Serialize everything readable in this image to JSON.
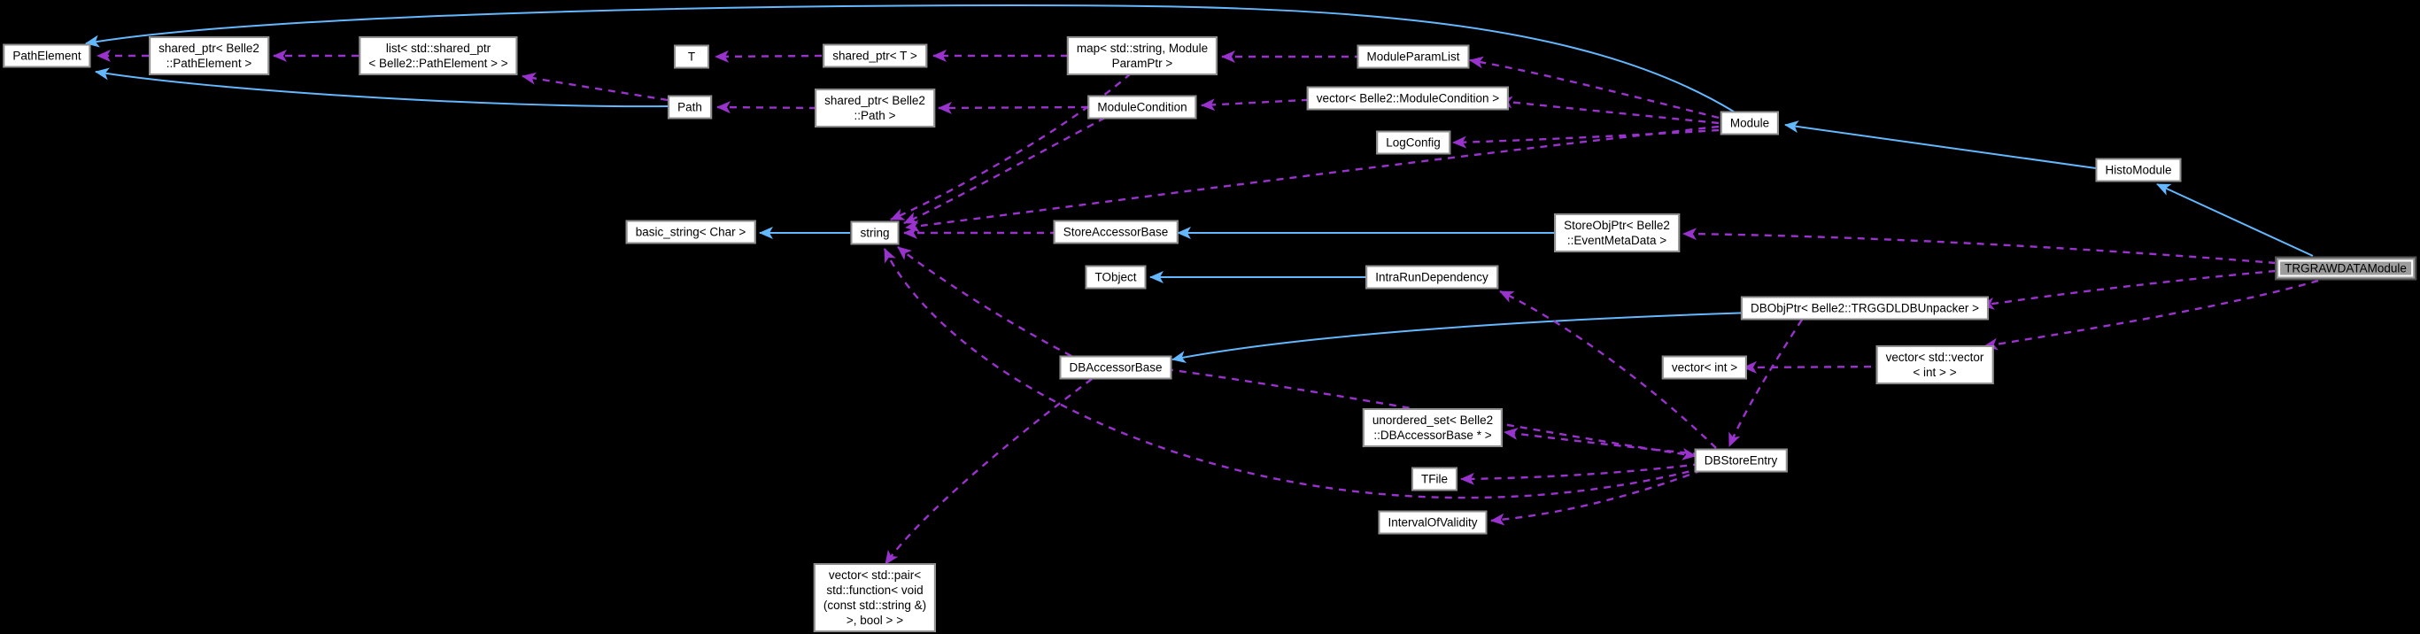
{
  "diagram": {
    "type": "doxygen-collaboration-graph",
    "highlighted_node": "TRGRAWDATAModule",
    "colors": {
      "background": "#000000",
      "inheritance_edge": "#63B8FF",
      "usage_edge": "#9A32CD",
      "node_fill": "#ffffff",
      "node_border": "#8f8f8f",
      "node_text": "#000000",
      "highlight_fill": "#9c9c9c"
    },
    "nodes": {
      "pathelement": {
        "label": "PathElement"
      },
      "sp_pathelement": {
        "label": "shared_ptr< Belle2\n::PathElement >"
      },
      "list_sp_pathelement": {
        "label": "list< std::shared_ptr\n< Belle2::PathElement > >"
      },
      "t": {
        "label": "T"
      },
      "sp_t": {
        "label": "shared_ptr< T >"
      },
      "map_param": {
        "label": "map< std::string, Module\nParamPtr >"
      },
      "moduleparamlist": {
        "label": "ModuleParamList"
      },
      "path": {
        "label": "Path"
      },
      "sp_path": {
        "label": "shared_ptr< Belle2\n::Path >"
      },
      "modulecondition": {
        "label": "ModuleCondition"
      },
      "vector_mc": {
        "label": "vector< Belle2::ModuleCondition >"
      },
      "logconfig": {
        "label": "LogConfig"
      },
      "module": {
        "label": "Module"
      },
      "histomodule": {
        "label": "HistoModule"
      },
      "basic_string": {
        "label": "basic_string< Char >"
      },
      "string": {
        "label": "string"
      },
      "storeaccessorbase": {
        "label": "StoreAccessorBase"
      },
      "storeobjptr": {
        "label": "StoreObjPtr< Belle2\n::EventMetaData >"
      },
      "tobject": {
        "label": "TObject"
      },
      "intrarundependency": {
        "label": "IntraRunDependency"
      },
      "trgrawdatamodule": {
        "label": "TRGRAWDATAModule"
      },
      "dbobjptr": {
        "label": "DBObjPtr< Belle2::TRGGDLDBUnpacker >"
      },
      "dbaccessorbase": {
        "label": "DBAccessorBase"
      },
      "vector_int": {
        "label": "vector< int >"
      },
      "vector_vint": {
        "label": "vector< std::vector\n< int > >"
      },
      "unordered_set": {
        "label": "unordered_set< Belle2\n::DBAccessorBase * >"
      },
      "dbstoreentry": {
        "label": "DBStoreEntry"
      },
      "tfile": {
        "label": "TFile"
      },
      "intervalofvalidity": {
        "label": "IntervalOfValidity"
      },
      "vector_pair": {
        "label": "vector< std::pair<\nstd::function< void\n(const std::string &)\n>, bool > >"
      }
    },
    "edges": [
      {
        "from": "Module",
        "to": "PathElement",
        "relation": "inherits"
      },
      {
        "from": "Path",
        "to": "PathElement",
        "relation": "inherits"
      },
      {
        "from": "string",
        "to": "basic_string< Char >",
        "relation": "inherits"
      },
      {
        "from": "StoreObjPtr< Belle2::EventMetaData >",
        "to": "StoreAccessorBase",
        "relation": "inherits"
      },
      {
        "from": "IntraRunDependency",
        "to": "TObject",
        "relation": "inherits"
      },
      {
        "from": "HistoModule",
        "to": "Module",
        "relation": "inherits"
      },
      {
        "from": "TRGRAWDATAModule",
        "to": "HistoModule",
        "relation": "inherits"
      },
      {
        "from": "DBObjPtr< Belle2::TRGGDLDBUnpacker >",
        "to": "DBAccessorBase",
        "relation": "inherits"
      },
      {
        "from": "shared_ptr< Belle2::PathElement >",
        "to": "PathElement",
        "relation": "uses"
      },
      {
        "from": "list< std::shared_ptr< Belle2::PathElement > >",
        "to": "shared_ptr< Belle2::PathElement >",
        "relation": "uses"
      },
      {
        "from": "Path",
        "to": "list< std::shared_ptr< Belle2::PathElement > >",
        "relation": "uses"
      },
      {
        "from": "shared_ptr< T >",
        "to": "T",
        "relation": "uses"
      },
      {
        "from": "map< std::string, ModuleParamPtr >",
        "to": "shared_ptr< T >",
        "relation": "uses"
      },
      {
        "from": "ModuleParamList",
        "to": "map< std::string, ModuleParamPtr >",
        "relation": "uses"
      },
      {
        "from": "shared_ptr< Belle2::Path >",
        "to": "Path",
        "relation": "uses"
      },
      {
        "from": "ModuleCondition",
        "to": "shared_ptr< Belle2::Path >",
        "relation": "uses"
      },
      {
        "from": "vector< Belle2::ModuleCondition >",
        "to": "ModuleCondition",
        "relation": "uses"
      },
      {
        "from": "Module",
        "to": "ModuleParamList",
        "relation": "uses"
      },
      {
        "from": "Module",
        "to": "vector< Belle2::ModuleCondition >",
        "relation": "uses"
      },
      {
        "from": "Module",
        "to": "LogConfig",
        "relation": "uses"
      },
      {
        "from": "Module",
        "to": "string",
        "relation": "uses"
      },
      {
        "from": "map< std::string, ModuleParamPtr >",
        "to": "string",
        "relation": "uses"
      },
      {
        "from": "ModuleCondition",
        "to": "string",
        "relation": "uses"
      },
      {
        "from": "StoreAccessorBase",
        "to": "string",
        "relation": "uses"
      },
      {
        "from": "DBAccessorBase",
        "to": "string",
        "relation": "uses"
      },
      {
        "from": "DBStoreEntry",
        "to": "string",
        "relation": "uses"
      },
      {
        "from": "TRGRAWDATAModule",
        "to": "StoreObjPtr< Belle2::EventMetaData >",
        "relation": "uses"
      },
      {
        "from": "TRGRAWDATAModule",
        "to": "DBObjPtr< Belle2::TRGGDLDBUnpacker >",
        "relation": "uses"
      },
      {
        "from": "TRGRAWDATAModule",
        "to": "vector< std::vector< int > >",
        "relation": "uses"
      },
      {
        "from": "vector< std::vector< int > >",
        "to": "vector< int >",
        "relation": "uses"
      },
      {
        "from": "DBAccessorBase",
        "to": "DBStoreEntry",
        "relation": "uses"
      },
      {
        "from": "DBObjPtr< Belle2::TRGGDLDBUnpacker >",
        "to": "DBStoreEntry",
        "relation": "uses"
      },
      {
        "from": "DBStoreEntry",
        "to": "unordered_set< Belle2::DBAccessorBase * >",
        "relation": "uses"
      },
      {
        "from": "DBStoreEntry",
        "to": "TFile",
        "relation": "uses"
      },
      {
        "from": "DBStoreEntry",
        "to": "IntervalOfValidity",
        "relation": "uses"
      },
      {
        "from": "DBStoreEntry",
        "to": "IntraRunDependency",
        "relation": "uses"
      },
      {
        "from": "DBAccessorBase",
        "to": "vector< std::pair< std::function< void (const std::string &) >, bool > >",
        "relation": "uses"
      }
    ]
  }
}
